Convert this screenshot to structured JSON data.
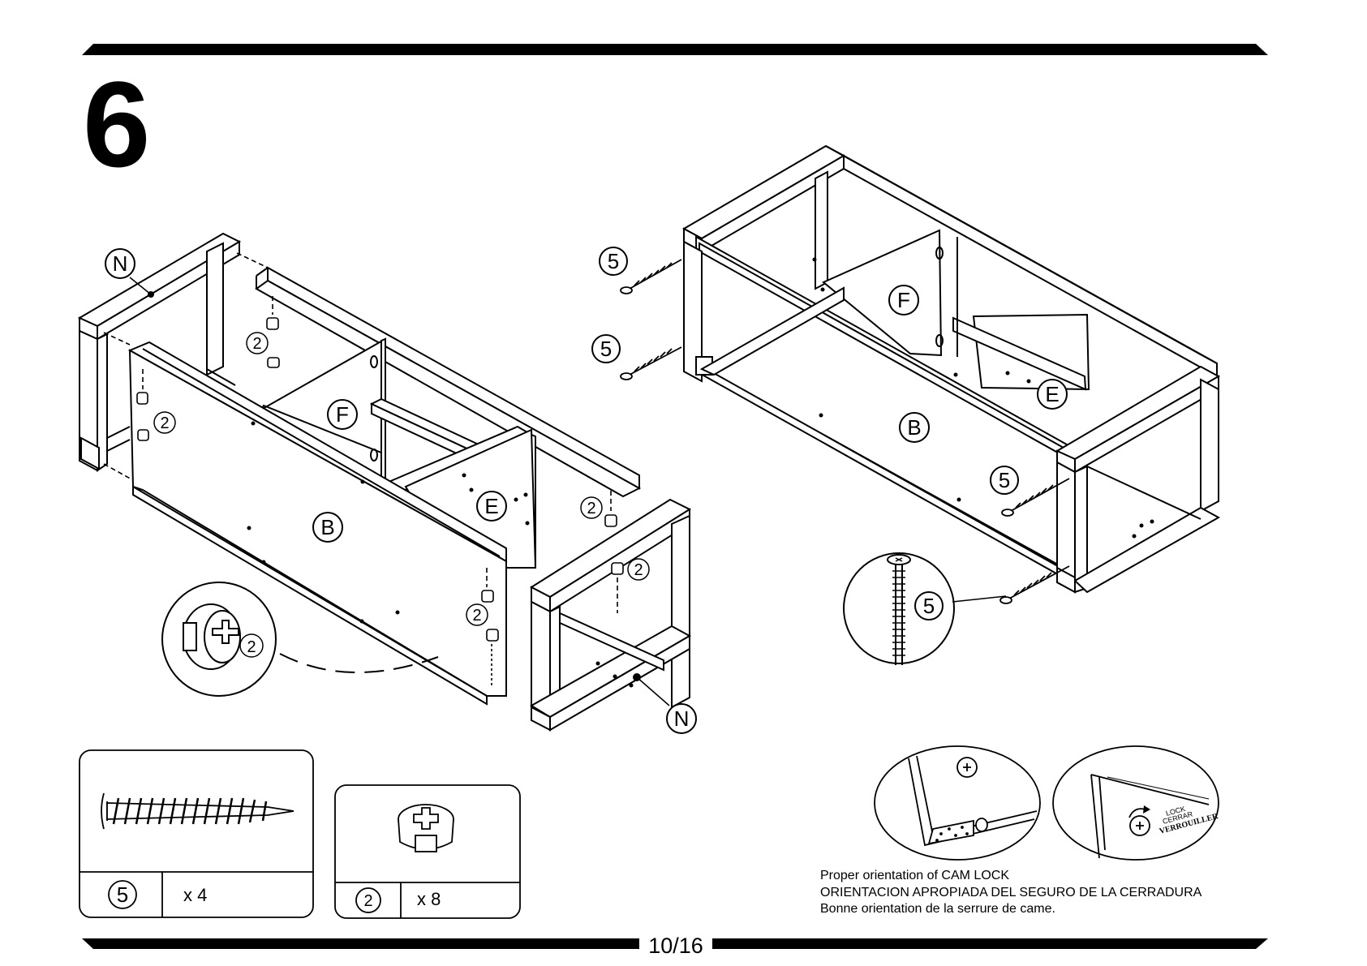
{
  "step_number": "6",
  "page_number": "10/16",
  "labels": {
    "N": "N",
    "B": "B",
    "E": "E",
    "F": "F",
    "screw": "5",
    "cam": "2"
  },
  "parts": [
    {
      "id": "5",
      "quantity": "x 4",
      "icon": "screw-icon"
    },
    {
      "id": "2",
      "quantity": "x 8",
      "icon": "cam-lock-icon"
    }
  ],
  "cam_lock_note": [
    "Proper orientation of CAM LOCK",
    "ORIENTACION APROPIADA DEL SEGURO DE LA CERRADURA",
    "Bonne orientation de la serrure de came."
  ],
  "lock_labels": [
    "LOCK",
    "CERRAR",
    "VERROUILLER"
  ]
}
